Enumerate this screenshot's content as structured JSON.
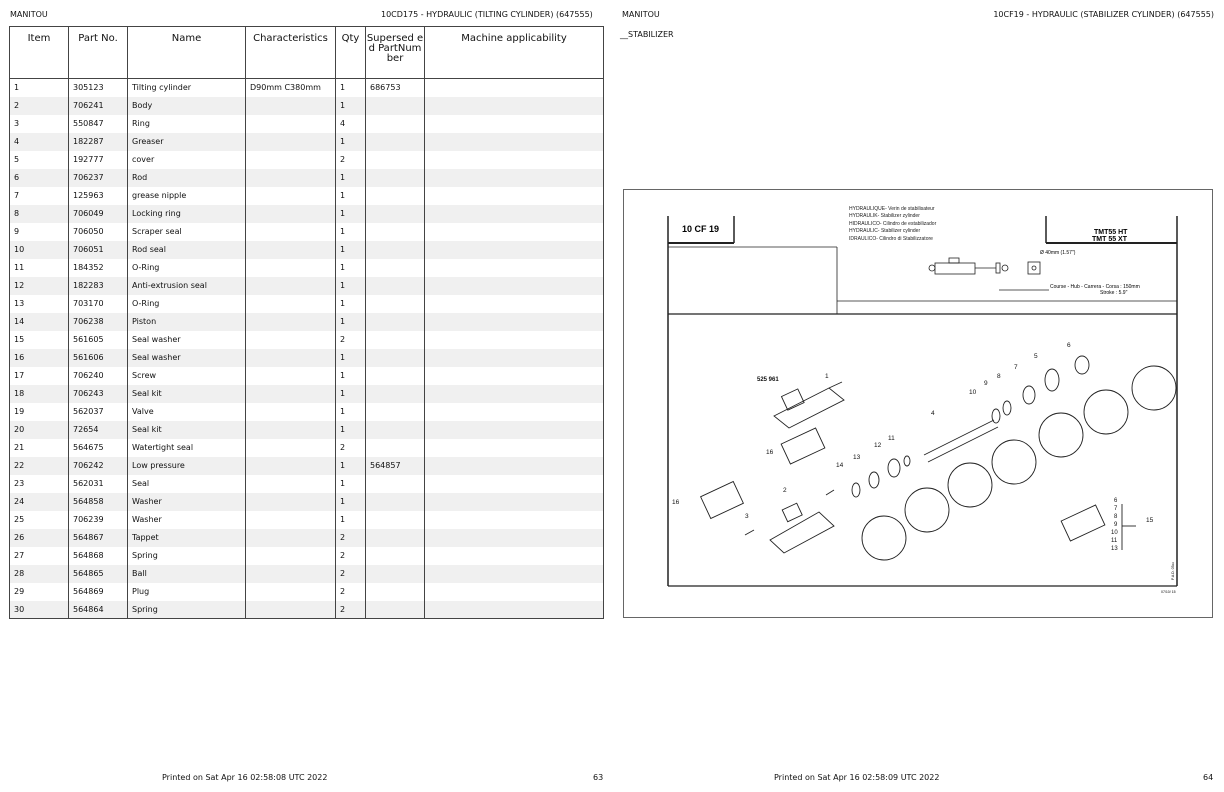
{
  "left_page": {
    "brand": "MANITOU",
    "title": "10CD175 - HYDRAULIC (TILTING CYLINDER) (647555)",
    "columns": [
      "Item",
      "Part No.",
      "Name",
      "Characteristics",
      "Qty",
      "Supersed ed PartNum ber",
      "Machine applicability"
    ],
    "rows": [
      [
        "1",
        "305123",
        "Tilting cylinder",
        "D90mm C380mm",
        "1",
        "686753",
        ""
      ],
      [
        "2",
        "706241",
        "Body",
        "",
        "1",
        "",
        ""
      ],
      [
        "3",
        "550847",
        "Ring",
        "",
        "4",
        "",
        ""
      ],
      [
        "4",
        "182287",
        "Greaser",
        "",
        "1",
        "",
        ""
      ],
      [
        "5",
        "192777",
        "cover",
        "",
        "2",
        "",
        ""
      ],
      [
        "6",
        "706237",
        "Rod",
        "",
        "1",
        "",
        ""
      ],
      [
        "7",
        "125963",
        "grease nipple",
        "",
        "1",
        "",
        ""
      ],
      [
        "8",
        "706049",
        "Locking ring",
        "",
        "1",
        "",
        ""
      ],
      [
        "9",
        "706050",
        "Scraper seal",
        "",
        "1",
        "",
        ""
      ],
      [
        "10",
        "706051",
        "Rod seal",
        "",
        "1",
        "",
        ""
      ],
      [
        "11",
        "184352",
        "O-Ring",
        "",
        "1",
        "",
        ""
      ],
      [
        "12",
        "182283",
        "Anti-extrusion seal",
        "",
        "1",
        "",
        ""
      ],
      [
        "13",
        "703170",
        "O-Ring",
        "",
        "1",
        "",
        ""
      ],
      [
        "14",
        "706238",
        "Piston",
        "",
        "1",
        "",
        ""
      ],
      [
        "15",
        "561605",
        "Seal washer",
        "",
        "2",
        "",
        ""
      ],
      [
        "16",
        "561606",
        "Seal washer",
        "",
        "1",
        "",
        ""
      ],
      [
        "17",
        "706240",
        "Screw",
        "",
        "1",
        "",
        ""
      ],
      [
        "18",
        "706243",
        "Seal kit",
        "",
        "1",
        "",
        ""
      ],
      [
        "19",
        "562037",
        "Valve",
        "",
        "1",
        "",
        ""
      ],
      [
        "20",
        "72654",
        "Seal kit",
        "",
        "1",
        "",
        ""
      ],
      [
        "21",
        "564675",
        "Watertight seal",
        "",
        "2",
        "",
        ""
      ],
      [
        "22",
        "706242",
        "Low pressure",
        "",
        "1",
        "564857",
        ""
      ],
      [
        "23",
        "562031",
        "Seal",
        "",
        "1",
        "",
        ""
      ],
      [
        "24",
        "564858",
        "Washer",
        "",
        "1",
        "",
        ""
      ],
      [
        "25",
        "706239",
        "Washer",
        "",
        "1",
        "",
        ""
      ],
      [
        "26",
        "564867",
        "Tappet",
        "",
        "2",
        "",
        ""
      ],
      [
        "27",
        "564868",
        "Spring",
        "",
        "2",
        "",
        ""
      ],
      [
        "28",
        "564865",
        "Ball",
        "",
        "2",
        "",
        ""
      ],
      [
        "29",
        "564869",
        "Plug",
        "",
        "2",
        "",
        ""
      ],
      [
        "30",
        "564864",
        "Spring",
        "",
        "2",
        "",
        ""
      ]
    ],
    "footer_printed": "Printed on  Sat Apr 16 02:58:08 UTC 2022",
    "page_number": "63"
  },
  "right_page": {
    "brand": "MANITOU",
    "title": "10CF19 - HYDRAULIC (STABILIZER CYLINDER) (647555)",
    "subtitle": "__STABILIZER",
    "diagram": {
      "code": "10 CF 19",
      "languages": [
        "HYDRAULIQUE- Verin de stabilisateur",
        "HYDRAULIK- Stabilizer zylinder",
        "HIDRAULICO- Cilindro de estabilizador",
        "HYDRAULIC- Stabilizer cylinder",
        "IDRAULICO- Cilindro di Stabilizzatore"
      ],
      "models": [
        "TMT55 HT",
        "TMT 55 XT"
      ],
      "diameter": "Ø 40mm (1.57\")",
      "course": "Course - Hub - Carrera - Corsa : 150mm",
      "stroke": "Stroke : 5.9\"",
      "part_ref": "525 961",
      "callouts": [
        "1",
        "2",
        "3",
        "4",
        "5",
        "6",
        "7",
        "8",
        "9",
        "10",
        "11",
        "12",
        "13",
        "14",
        "15",
        "16",
        "16"
      ],
      "bracket_labels": [
        "6",
        "7",
        "8",
        "9",
        "10",
        "11",
        "13"
      ],
      "side_note": "P.A.D. 05xx",
      "corner_date": "07/10/ 15"
    },
    "footer_printed": "Printed on  Sat Apr 16 02:58:09 UTC 2022",
    "page_number": "64"
  }
}
